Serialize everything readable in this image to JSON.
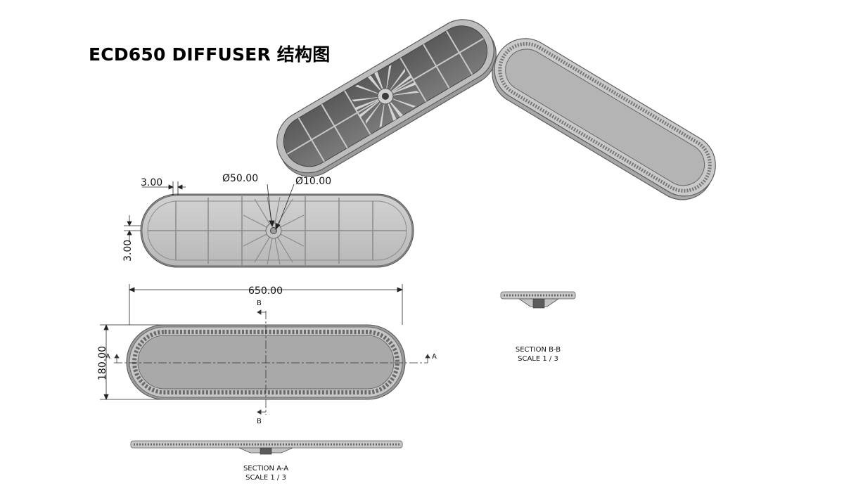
{
  "title": "ECD650 DIFFUSER 结构图",
  "dimensions": {
    "wall_width": "3.00",
    "wall_height": "3.00",
    "outer_diameter": "Ø50.00",
    "inner_diameter": "Ø10.00",
    "length": "650.00",
    "width": "180.00"
  },
  "section_markers": {
    "a": "A",
    "b": "B"
  },
  "captions": {
    "section_aa": "SECTION A-A",
    "section_aa_scale": "SCALE 1 / 3",
    "section_bb": "SECTION B-B",
    "section_bb_scale": "SCALE 1 / 3"
  },
  "colors": {
    "part_fill": "#c7c7c7",
    "part_dark": "#6b6b6b",
    "part_edge": "#8a8a8a",
    "line": "#222222"
  }
}
